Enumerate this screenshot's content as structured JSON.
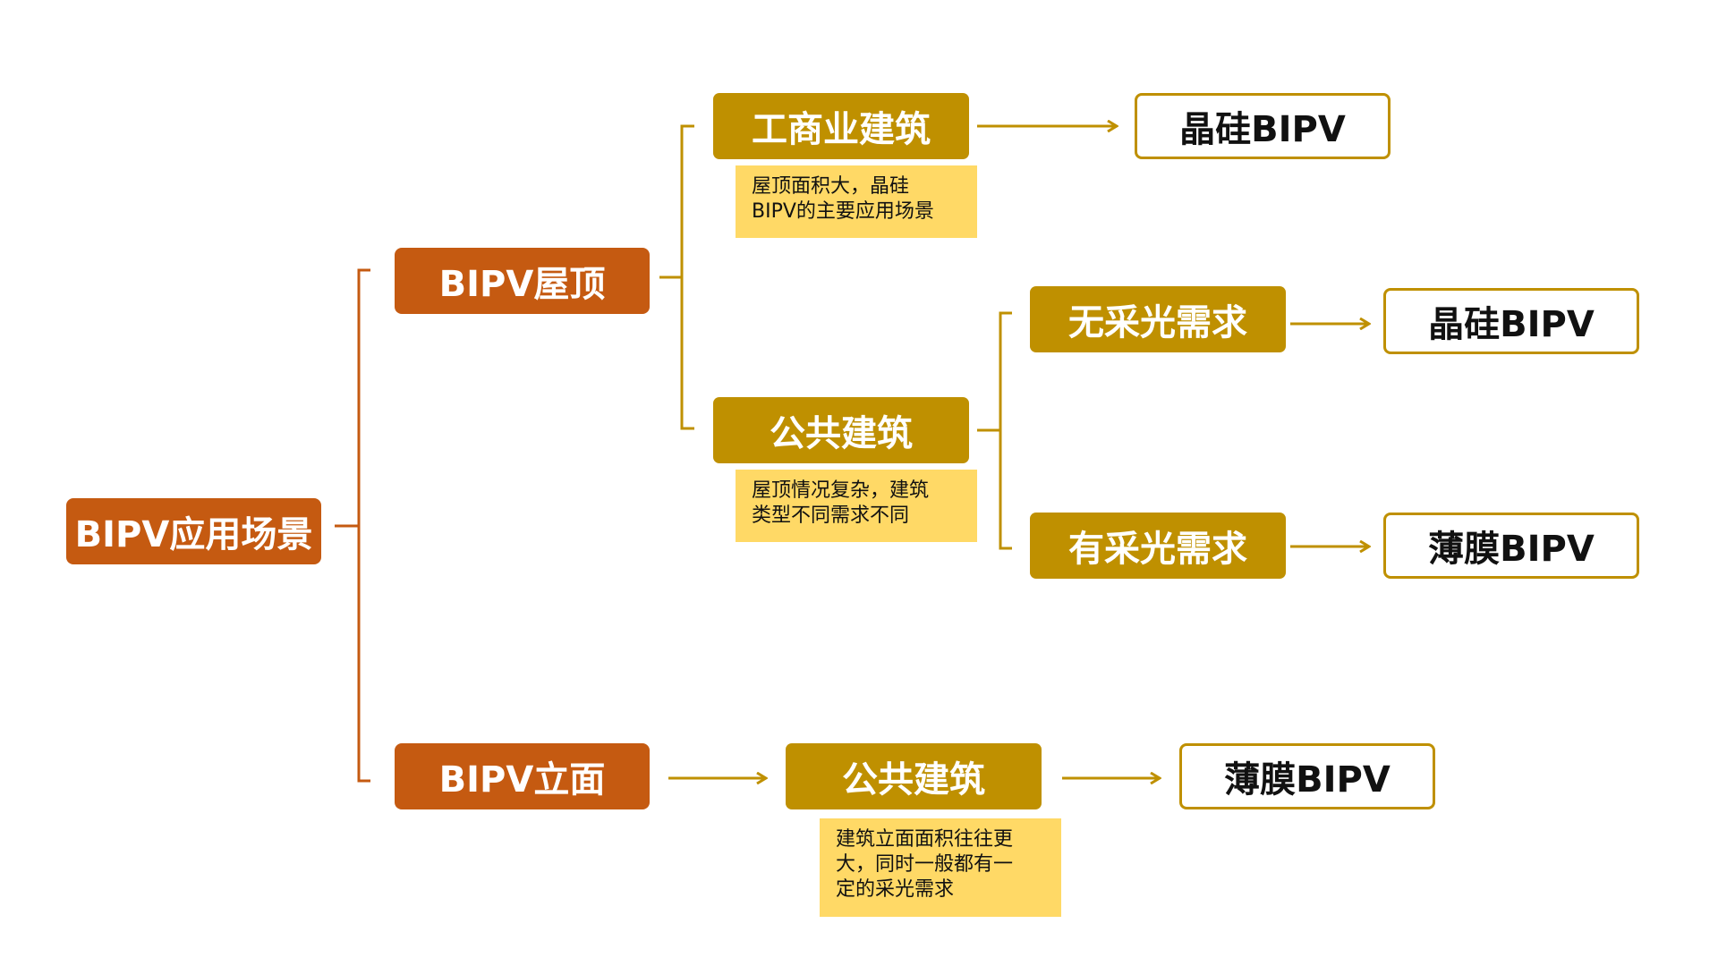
{
  "colors": {
    "root_fill": "#c55a11",
    "level2_fill": "#bf9000",
    "note_fill": "#ffd966",
    "leaf_border": "#bf9000",
    "bracket_root": "#c55a11",
    "bracket_gold": "#bf9000"
  },
  "root": {
    "label": "BIPV应用场景"
  },
  "rooftop": {
    "label": "BIPV屋顶",
    "commercial": {
      "label": "工商业建筑",
      "note": [
        "屋顶面积大，晶硅",
        "BIPV的主要应用场景"
      ],
      "result": "晶硅BIPV"
    },
    "public": {
      "label": "公共建筑",
      "note": [
        "屋顶情况复杂，建筑",
        "类型不同需求不同"
      ],
      "no_light": {
        "label": "无采光需求",
        "result": "晶硅BIPV"
      },
      "light": {
        "label": "有采光需求",
        "result": "薄膜BIPV"
      }
    }
  },
  "facade": {
    "label": "BIPV立面",
    "public": {
      "label": "公共建筑",
      "note": [
        "建筑立面面积往往更",
        "大，同时一般都有一",
        "定的采光需求"
      ],
      "result": "薄膜BIPV"
    }
  }
}
